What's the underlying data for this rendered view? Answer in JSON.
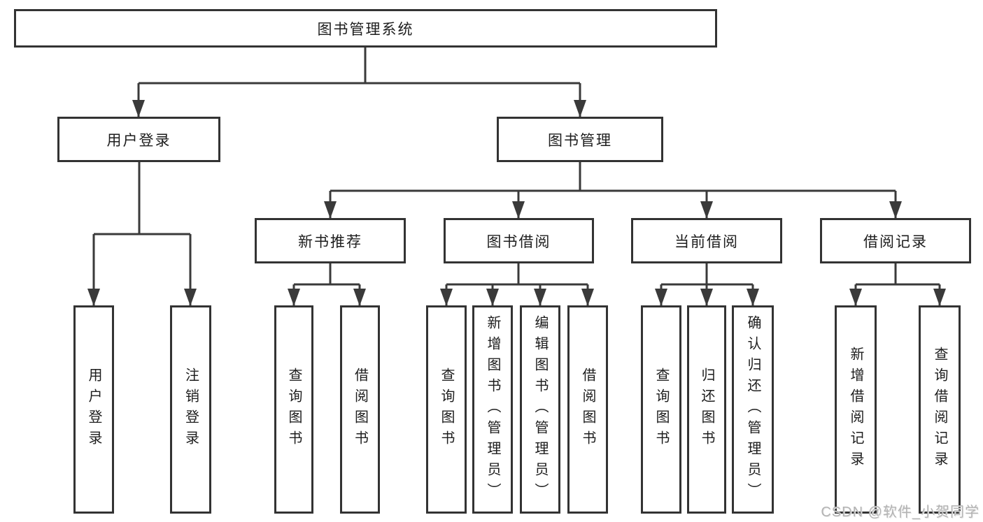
{
  "diagram": {
    "root": {
      "label": "图书管理系统"
    },
    "level2": [
      {
        "label": "用户登录"
      },
      {
        "label": "图书管理"
      }
    ],
    "level3": [
      {
        "label": "新书推荐"
      },
      {
        "label": "图书借阅"
      },
      {
        "label": "当前借阅"
      },
      {
        "label": "借阅记录"
      }
    ],
    "leaves": {
      "user_login": [
        "用户登录",
        "注销登录"
      ],
      "new_book_recommend": [
        "查询图书",
        "借阅图书"
      ],
      "book_borrow": [
        "查询图书",
        "新增图书（管理员）",
        "编辑图书（管理员）",
        "借阅图书"
      ],
      "current_borrow": [
        "查询图书",
        "归还图书",
        "确认归还（管理员）"
      ],
      "borrow_records": [
        "新增借阅记录",
        "查询借阅记录"
      ]
    },
    "watermark": "CSDN @软件_小贺同学",
    "colors": {
      "line": "#3a3a3a",
      "box_border": "#333333",
      "text": "#1d1d1d",
      "background": "#ffffff",
      "watermark": "#b3b3b3"
    }
  }
}
